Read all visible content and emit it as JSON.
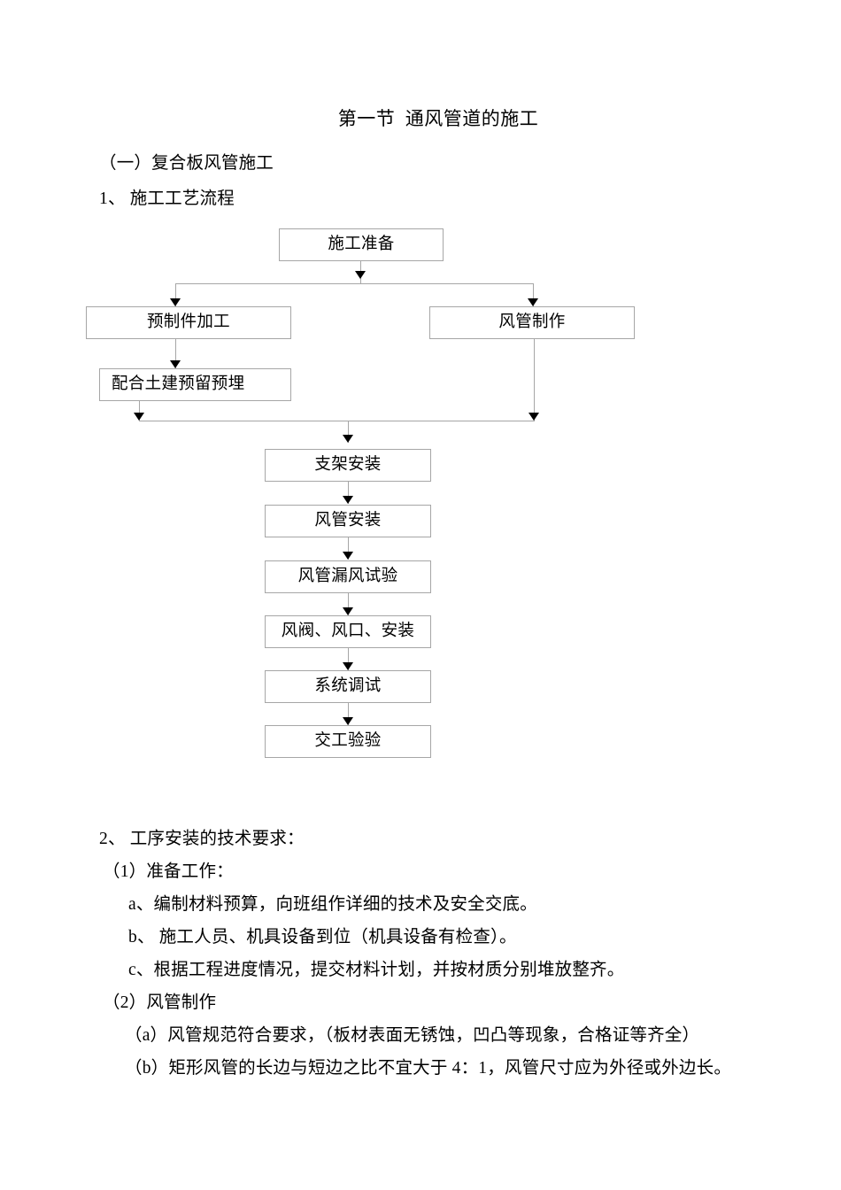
{
  "document": {
    "title": "第一节  通风管道的施工",
    "section_heading": "（一）复合板风管施工",
    "subsection_1": "1、 施工工艺流程"
  },
  "flowchart": {
    "type": "process-flow",
    "nodes": {
      "start": "施工准备",
      "branch_left": "预制件加工",
      "branch_right": "风管制作",
      "left_second": "配合土建预留预埋",
      "chain": [
        "支架安装",
        "风管安装",
        "风管漏风试验",
        "风阀、风口、安装",
        "系统调试",
        "交工验验"
      ]
    },
    "border_color": "#a6a6a6",
    "arrow_color": "#000000"
  },
  "body": {
    "item2": "2、 工序安装的技术要求：",
    "item2_1": "（1）准备工作：",
    "item2_1_a": "a、编制材料预算，向班组作详细的技术及安全交底。",
    "item2_1_b": "b、 施工人员、机具设备到位（机具设备有检查）。",
    "item2_1_c": "c、根据工程进度情况，提交材料计划，并按材质分别堆放整齐。",
    "item2_2": "（2）风管制作",
    "item2_2_a": "（a）风管规范符合要求，（板材表面无锈蚀，凹凸等现象，合格证等齐全）",
    "item2_2_b": "（b）矩形风管的长边与短边之比不宜大于 4：1，风管尺寸应为外径或外边长。"
  }
}
